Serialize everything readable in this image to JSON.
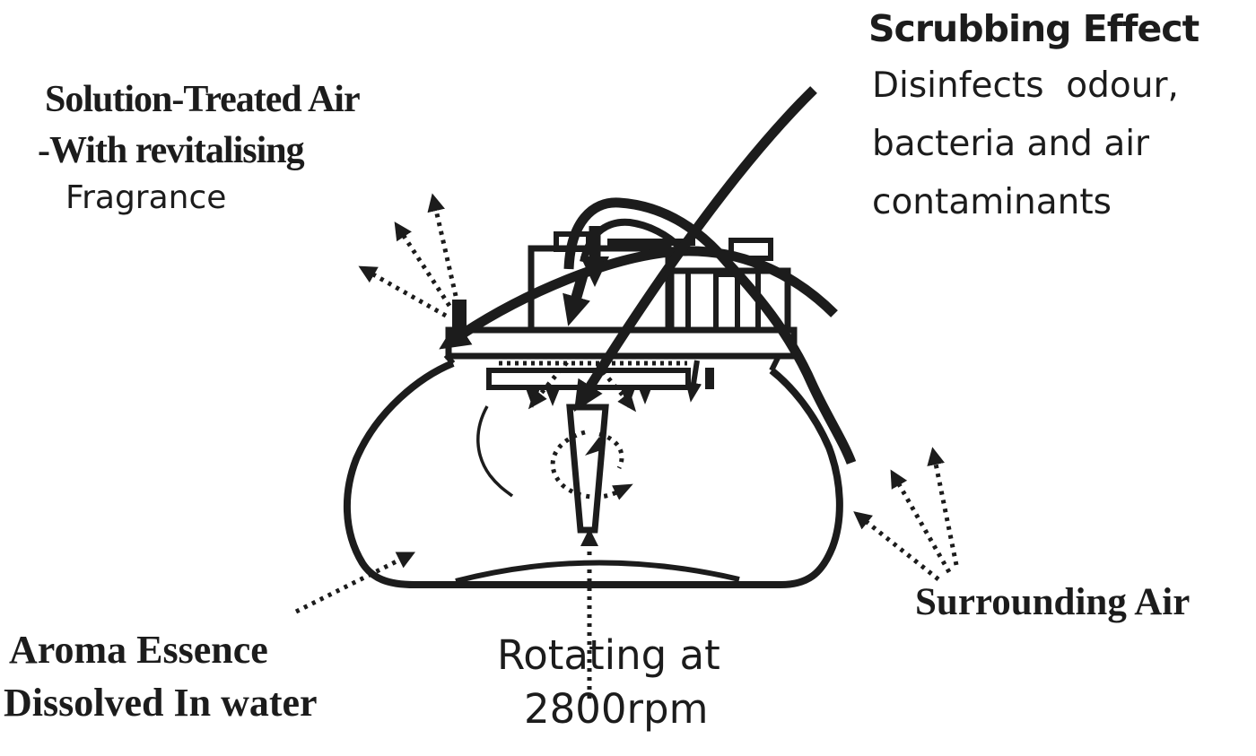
{
  "diagram_title": "Air revitalizer working principle diagram",
  "labels": {
    "solution_treated": {
      "line1": "Solution-Treated Air",
      "line2": "-With revitalising",
      "line3": "Fragrance"
    },
    "scrubbing": {
      "title": "Scrubbing Effect",
      "line1": "Disinfects  odour,",
      "line2": "bacteria and air",
      "line3": "contaminants"
    },
    "aroma": {
      "line1": "Aroma Essence",
      "line2": "Dissolved In water"
    },
    "rotating": {
      "line1": "Rotating at",
      "line2": "2800rpm"
    },
    "surrounding": {
      "label": "Surrounding Air"
    }
  },
  "colors": {
    "ink": "#1c1c1c",
    "background": "#ffffff"
  }
}
